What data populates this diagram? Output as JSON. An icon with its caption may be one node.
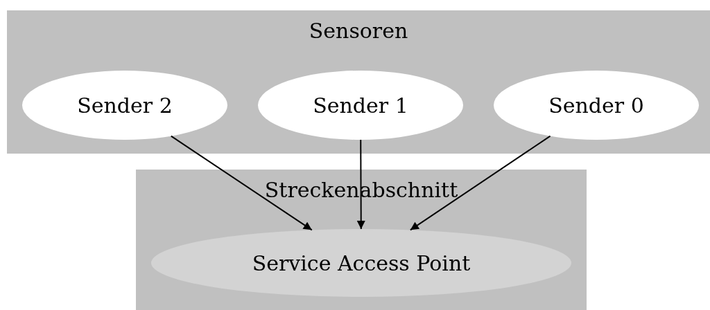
{
  "diagram": {
    "nodes": [
      {
        "text": [
          "Sensoren"
        ]
      },
      {
        "text": [
          "Sender 2"
        ],
        "in": 0
      },
      {
        "text": [
          "Sender 1"
        ],
        "in": 0
      },
      {
        "text": [
          "Sender 0"
        ],
        "in": 0
      },
      {
        "text": [
          "Streckenabschnitt"
        ]
      },
      {
        "text": [
          "Service Access Point"
        ],
        "in": 4
      }
    ],
    "edges": [
      {
        "from": 1,
        "to": 5,
        "arrow": "to"
      },
      {
        "from": 2,
        "to": 5,
        "arrow": "to"
      },
      {
        "from": 3,
        "to": 5,
        "arrow": "to"
      }
    ]
  }
}
